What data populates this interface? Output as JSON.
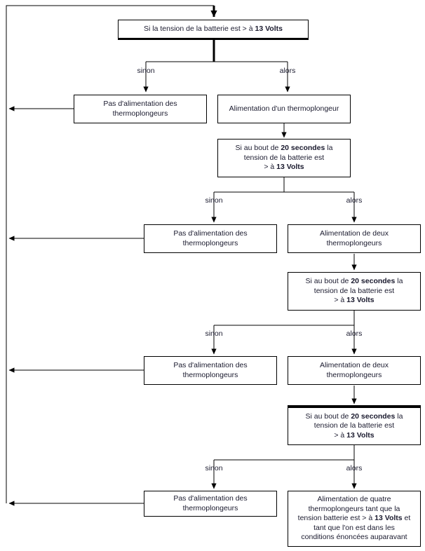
{
  "diagram": {
    "title_text": "",
    "colors": {
      "line": "#000000",
      "box_border": "#000000",
      "text": "#1a1a2e",
      "background": "#ffffff"
    },
    "branch_labels": {
      "sinon": "sinon",
      "alors": "alors"
    },
    "nodes": {
      "decision_1": {
        "text": "Si la tension de la batterie est > à 13 Volts",
        "bold_parts": [
          "13 Volts"
        ]
      },
      "no_power_1": {
        "text": "Pas d'alimentation des\nthermoplongeurs"
      },
      "power_one": {
        "text": "Alimentation d'un thermoplongeur"
      },
      "decision_2": {
        "text": "Si au bout de 20 secondes la\ntension de la batterie est\n> à 13 Volts",
        "bold_parts": [
          "20 secondes",
          "13 Volts"
        ]
      },
      "no_power_2": {
        "text": "Pas d'alimentation des\nthermoplongeurs"
      },
      "power_two_a": {
        "text": "Alimentation de deux\nthermoplongeurs"
      },
      "decision_3": {
        "text": "Si au bout de 20 secondes la\ntension de la batterie est\n> à 13 Volts",
        "bold_parts": [
          "20 secondes",
          "13 Volts"
        ]
      },
      "no_power_3": {
        "text": "Pas d'alimentation des\nthermoplongeurs"
      },
      "power_two_b": {
        "text": "Alimentation de deux\nthermoplongeurs"
      },
      "decision_4": {
        "text": "Si au bout de 20 secondes la\ntension de la batterie est\n> à 13 Volts",
        "bold_parts": [
          "20 secondes",
          "13 Volts"
        ]
      },
      "no_power_4": {
        "text": "Pas d'alimentation des\nthermoplongeurs"
      },
      "power_four": {
        "text": "Alimentation de quatre\nthermoplongeurs tant que la\ntension batterie est > à 13 Volts et\ntant que l'on est dans les\nconditions énoncées auparavant",
        "bold_parts": [
          "13 Volts"
        ]
      }
    }
  }
}
